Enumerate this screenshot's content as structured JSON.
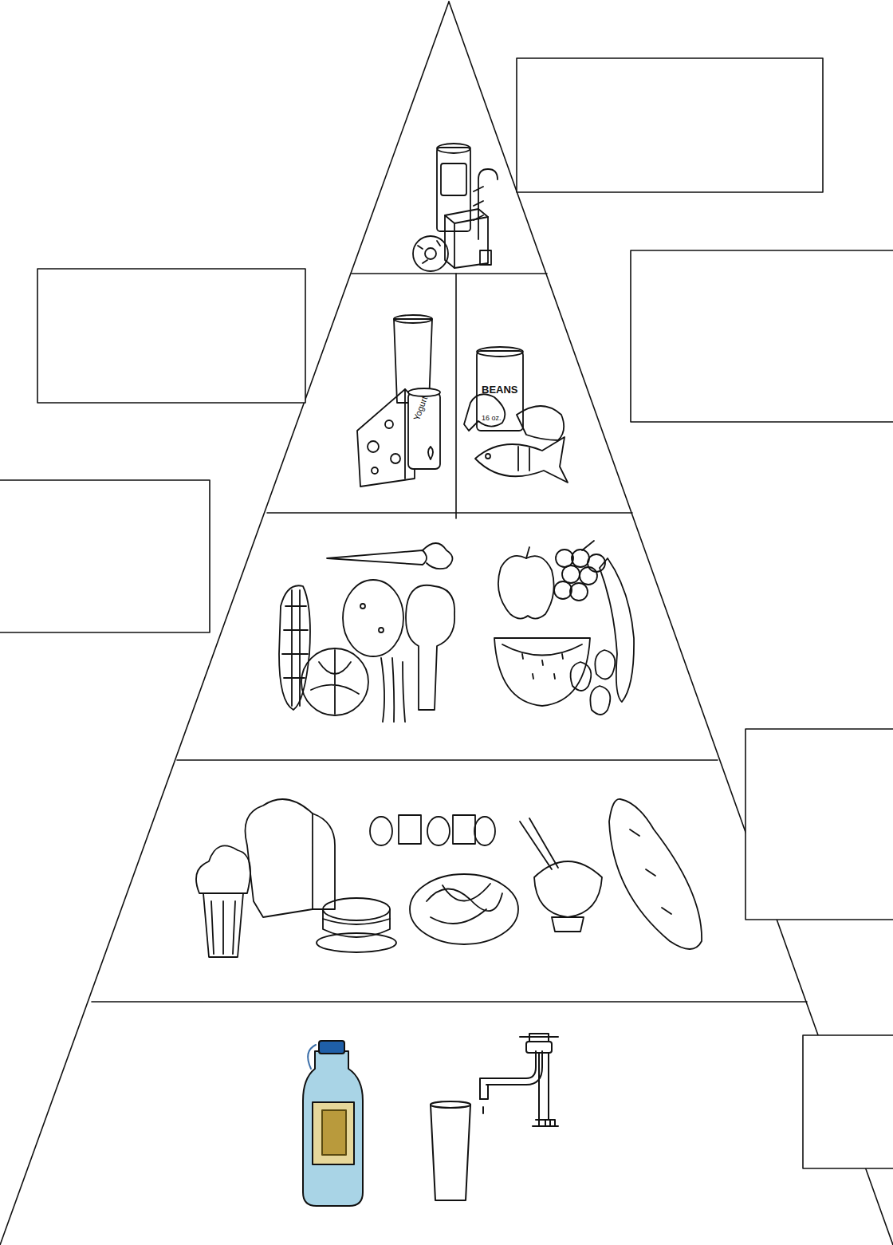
{
  "diagram": {
    "labels": [
      "BEANS",
      "16 oz.",
      "Yogurt"
    ]
  }
}
